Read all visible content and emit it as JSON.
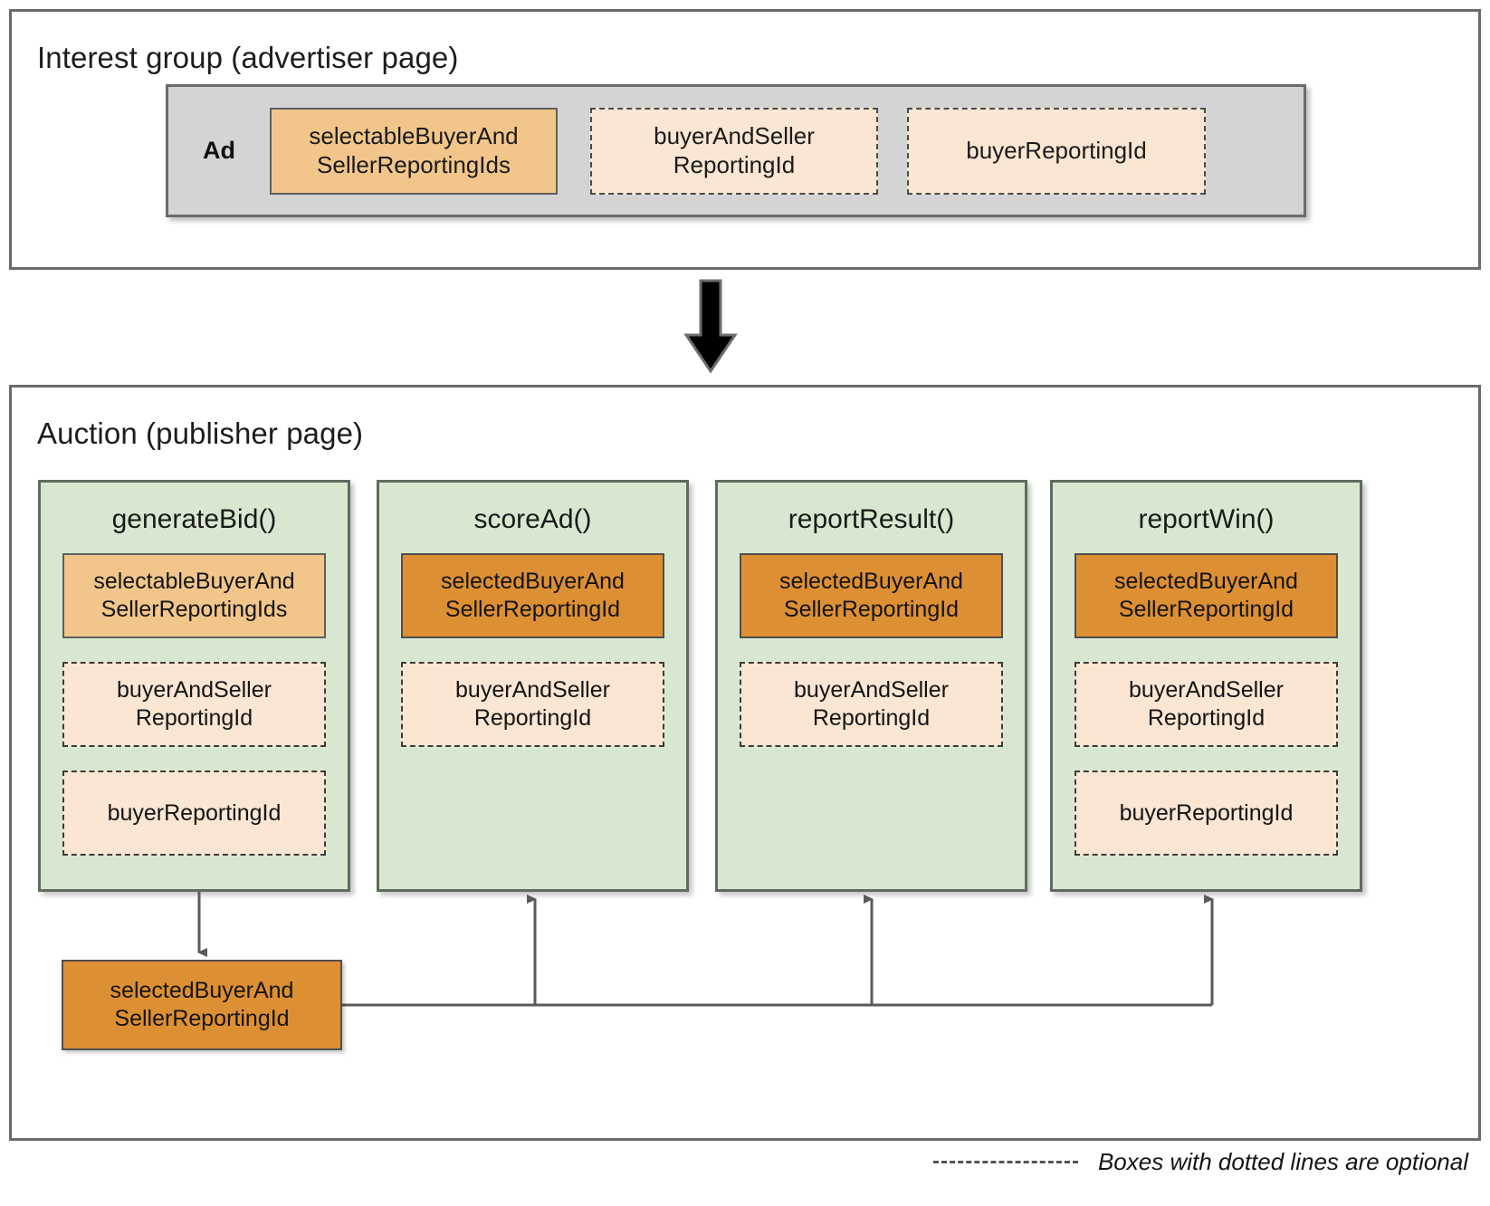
{
  "interest_group": {
    "title": "Interest group (advertiser page)",
    "ad_label": "Ad",
    "chips": [
      {
        "text": "selectableBuyerAnd\nSellerReportingIds",
        "style": "solid-light"
      },
      {
        "text": "buyerAndSeller\nReportingId",
        "style": "dashed"
      },
      {
        "text": "buyerReportingId",
        "style": "dashed"
      }
    ]
  },
  "auction": {
    "title": "Auction (publisher page)",
    "columns": [
      {
        "name": "generateBid()",
        "chips": [
          {
            "text": "selectableBuyerAnd\nSellerReportingIds",
            "style": "orange-light"
          },
          {
            "text": "buyerAndSeller\nReportingId",
            "style": "optional"
          },
          {
            "text": "buyerReportingId",
            "style": "optional"
          }
        ]
      },
      {
        "name": "scoreAd()",
        "chips": [
          {
            "text": "selectedBuyerAnd\nSellerReportingId",
            "style": "orange-dark"
          },
          {
            "text": "buyerAndSeller\nReportingId",
            "style": "optional"
          }
        ]
      },
      {
        "name": "reportResult()",
        "chips": [
          {
            "text": "selectedBuyerAnd\nSellerReportingId",
            "style": "orange-dark"
          },
          {
            "text": "buyerAndSeller\nReportingId",
            "style": "optional"
          }
        ]
      },
      {
        "name": "reportWin()",
        "chips": [
          {
            "text": "selectedBuyerAnd\nSellerReportingId",
            "style": "orange-dark"
          },
          {
            "text": "buyerAndSeller\nReportingId",
            "style": "optional"
          },
          {
            "text": "buyerReportingId",
            "style": "optional"
          }
        ]
      }
    ],
    "result_box": {
      "text": "selectedBuyerAnd\nSellerReportingId",
      "style": "orange-dark"
    }
  },
  "legend": {
    "text": "Boxes with dotted lines are optional",
    "swatch": "dashed-line"
  },
  "colors": {
    "panel_border": "#6b6b6b",
    "ad_box_fill": "#d4d4d4",
    "chip_light_orange": "#f2c68a",
    "chip_dark_orange": "#dd8f33",
    "chip_optional_fill": "#fae6d2",
    "function_box_fill": "#d8e8d0",
    "function_box_border": "#5e6b5e",
    "connector": "#5a5a5a",
    "text": "#1a1a1a"
  }
}
